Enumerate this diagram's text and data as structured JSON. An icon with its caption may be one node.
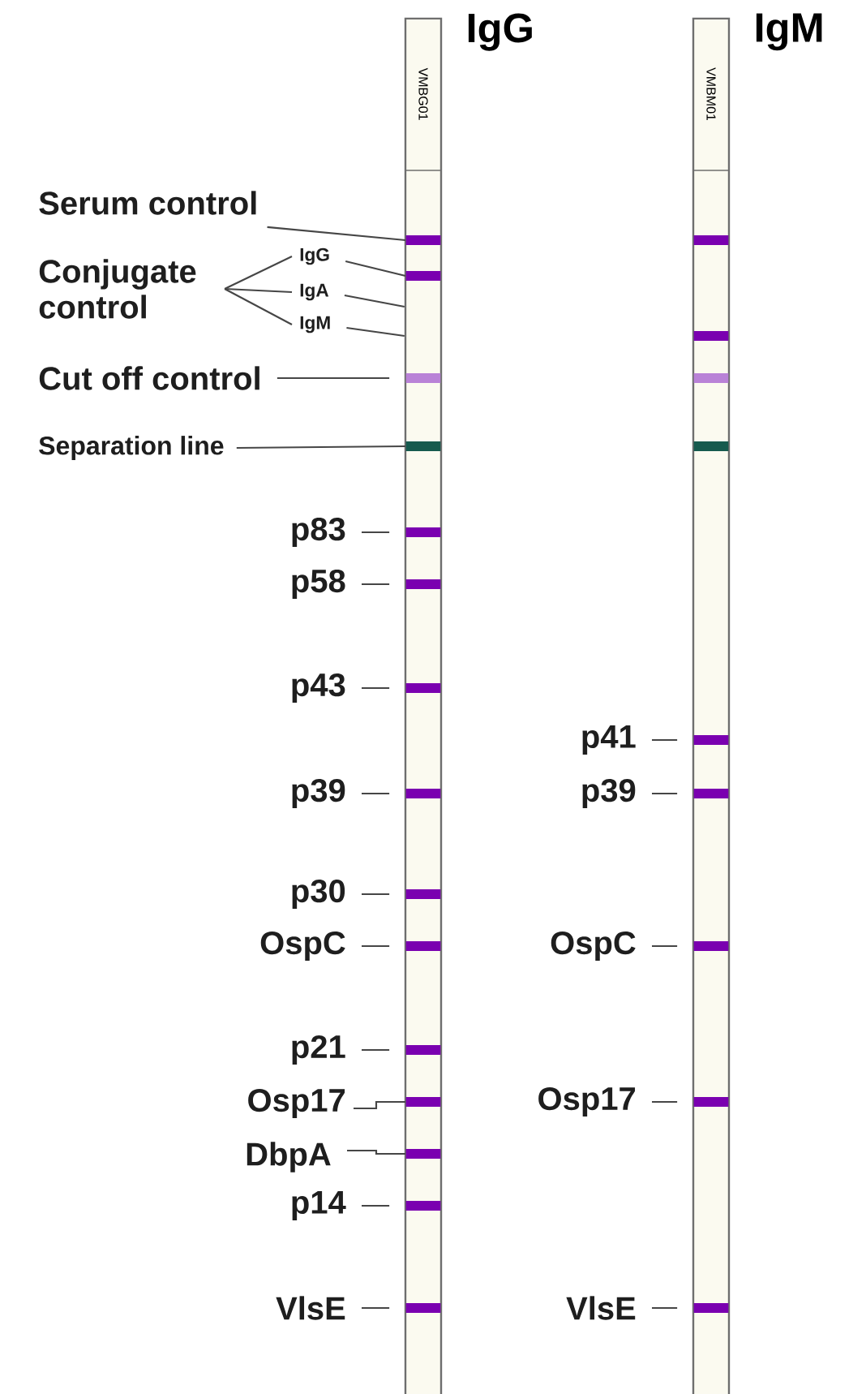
{
  "diagram": {
    "nodes": [
      {
        "text": [
          "IgG",
          "VMBG01"
        ]
      },
      {
        "text": [],
        "shape": "bar",
        "in": 0
      },
      {
        "text": [],
        "shape": "bar",
        "in": 0
      },
      {
        "text": [],
        "shape": "bar",
        "in": 0
      },
      {
        "text": [],
        "shape": "bar",
        "in": 0
      },
      {
        "text": [],
        "shape": "bar",
        "in": 0
      },
      {
        "text": [],
        "shape": "bar",
        "in": 0
      },
      {
        "text": [],
        "shape": "bar",
        "in": 0
      },
      {
        "text": [],
        "shape": "bar",
        "in": 0
      },
      {
        "text": [],
        "shape": "bar",
        "in": 0
      },
      {
        "text": [],
        "shape": "bar",
        "in": 0
      },
      {
        "text": [],
        "shape": "bar",
        "in": 0
      },
      {
        "text": [],
        "shape": "bar",
        "in": 0
      },
      {
        "text": [],
        "shape": "bar",
        "in": 0
      },
      {
        "text": [],
        "shape": "bar",
        "in": 0
      },
      {
        "text": [],
        "shape": "bar",
        "in": 0
      },
      {
        "text": [
          "IgM",
          "VMBM01"
        ]
      },
      {
        "text": [],
        "shape": "bar",
        "in": 16
      },
      {
        "text": [],
        "shape": "bar",
        "in": 16
      },
      {
        "text": [],
        "shape": "bar",
        "in": 16
      },
      {
        "text": [],
        "shape": "bar",
        "in": 16
      },
      {
        "text": [],
        "shape": "bar",
        "in": 16
      },
      {
        "text": [],
        "shape": "bar",
        "in": 16
      },
      {
        "text": [],
        "shape": "bar",
        "in": 16
      },
      {
        "text": [],
        "shape": "bar",
        "in": 16
      },
      {
        "text": [],
        "shape": "bar",
        "in": 16
      },
      {
        "text": [
          "Serum control"
        ]
      },
      {
        "text": [
          "Conjugate control"
        ]
      },
      {
        "text": [
          "IgG"
        ]
      },
      {
        "text": [
          "IgA"
        ]
      },
      {
        "text": [
          "IgM"
        ]
      },
      {
        "text": [
          "Cut off control"
        ]
      },
      {
        "text": [
          "Separation line"
        ]
      },
      {
        "text": [
          "p83"
        ]
      },
      {
        "text": [
          "p58"
        ]
      },
      {
        "text": [
          "p43"
        ]
      },
      {
        "text": [
          "p39"
        ]
      },
      {
        "text": [
          "p30"
        ]
      },
      {
        "text": [
          "OspC"
        ]
      },
      {
        "text": [
          "p21"
        ]
      },
      {
        "text": [
          "Osp17"
        ]
      },
      {
        "text": [
          "DbpA"
        ]
      },
      {
        "text": [
          "p14"
        ]
      },
      {
        "text": [
          "VlsE"
        ]
      },
      {
        "text": [
          "p41"
        ]
      },
      {
        "text": [
          "p39"
        ]
      },
      {
        "text": [
          "OspC"
        ]
      },
      {
        "text": [
          "Osp17"
        ]
      },
      {
        "text": [
          "VlsE"
        ]
      }
    ],
    "edges": [
      {
        "from": 26,
        "to": 1,
        "arrow": "none"
      },
      {
        "from": 27,
        "to": 28,
        "arrow": "none"
      },
      {
        "from": 27,
        "to": 29,
        "arrow": "none"
      },
      {
        "from": 27,
        "to": 30,
        "arrow": "none"
      },
      {
        "from": 28,
        "to": 2,
        "arrow": "none"
      },
      {
        "from": 29,
        "to": 0,
        "arrow": "none"
      },
      {
        "from": 30,
        "to": 0,
        "arrow": "none"
      },
      {
        "from": 31,
        "to": 3,
        "arrow": "none"
      },
      {
        "from": 32,
        "to": 4,
        "arrow": "none"
      },
      {
        "from": 33,
        "to": 5,
        "arrow": "none"
      },
      {
        "from": 34,
        "to": 6,
        "arrow": "none"
      },
      {
        "from": 35,
        "to": 7,
        "arrow": "none"
      },
      {
        "from": 36,
        "to": 8,
        "arrow": "none"
      },
      {
        "from": 37,
        "to": 9,
        "arrow": "none"
      },
      {
        "from": 38,
        "to": 10,
        "arrow": "none"
      },
      {
        "from": 39,
        "to": 11,
        "arrow": "none"
      },
      {
        "from": 40,
        "to": 12,
        "arrow": "none"
      },
      {
        "from": 41,
        "to": 13,
        "arrow": "none"
      },
      {
        "from": 42,
        "to": 14,
        "arrow": "none"
      },
      {
        "from": 43,
        "to": 15,
        "arrow": "none"
      },
      {
        "from": 44,
        "to": 21,
        "arrow": "none"
      },
      {
        "from": 45,
        "to": 22,
        "arrow": "none"
      },
      {
        "from": 46,
        "to": 23,
        "arrow": "none"
      },
      {
        "from": 47,
        "to": 24,
        "arrow": "none"
      },
      {
        "from": 48,
        "to": 25,
        "arrow": "none"
      }
    ]
  }
}
